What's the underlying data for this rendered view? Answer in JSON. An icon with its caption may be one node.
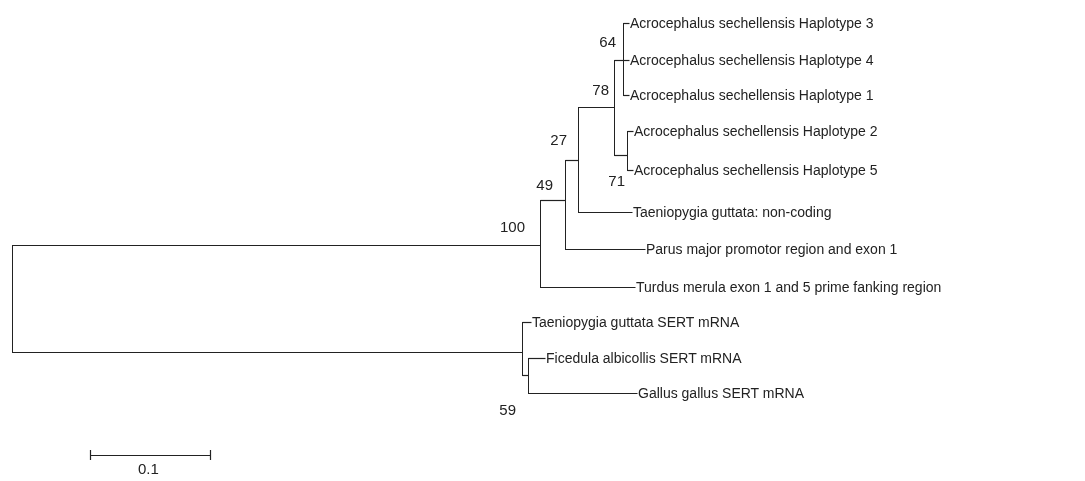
{
  "diagram": {
    "nodes": [
      {
        "text": [],
        "shape": "bar"
      },
      {
        "text": [],
        "shape": "bar",
        "beside": [
          "100"
        ]
      },
      {
        "text": [],
        "shape": "bar",
        "beside": [
          "49"
        ]
      },
      {
        "text": [],
        "shape": "bar",
        "beside": [
          "27"
        ]
      },
      {
        "text": [],
        "shape": "bar",
        "beside": [
          "78"
        ]
      },
      {
        "text": [],
        "shape": "bar",
        "beside": [
          "64"
        ]
      },
      {
        "text": [
          "Acrocephalus sechellensis Haplotype 3"
        ]
      },
      {
        "text": [
          "Acrocephalus sechellensis Haplotype 4"
        ]
      },
      {
        "text": [
          "Acrocephalus sechellensis Haplotype 1"
        ]
      },
      {
        "text": [],
        "shape": "bar",
        "beside": [
          "71"
        ]
      },
      {
        "text": [
          "Acrocephalus sechellensis Haplotype 2"
        ]
      },
      {
        "text": [
          "Acrocephalus sechellensis Haplotype 5"
        ]
      },
      {
        "text": [
          "Taeniopygia guttata: non-coding"
        ]
      },
      {
        "text": [
          "Parus major promotor region and exon 1"
        ]
      },
      {
        "text": [
          "Turdus merula exon 1 and 5 prime fanking region"
        ]
      },
      {
        "text": [],
        "shape": "bar"
      },
      {
        "text": [
          "Taeniopygia guttata SERT mRNA"
        ]
      },
      {
        "text": [],
        "shape": "bar",
        "beside": [
          "59"
        ]
      },
      {
        "text": [
          "Ficedula albicollis SERT mRNA"
        ]
      },
      {
        "text": [
          "Gallus gallus SERT mRNA"
        ]
      }
    ],
    "edges": [
      {
        "from": 0,
        "to": 1,
        "arrow": "none"
      },
      {
        "from": 0,
        "to": 15,
        "arrow": "none"
      },
      {
        "from": 1,
        "to": 2,
        "arrow": "none"
      },
      {
        "from": 1,
        "to": 14,
        "arrow": "none"
      },
      {
        "from": 2,
        "to": 3,
        "arrow": "none"
      },
      {
        "from": 2,
        "to": 13,
        "arrow": "none"
      },
      {
        "from": 3,
        "to": 4,
        "arrow": "none"
      },
      {
        "from": 3,
        "to": 12,
        "arrow": "none"
      },
      {
        "from": 4,
        "to": 5,
        "arrow": "none"
      },
      {
        "from": 4,
        "to": 9,
        "arrow": "none"
      },
      {
        "from": 5,
        "to": 6,
        "arrow": "none"
      },
      {
        "from": 5,
        "to": 7,
        "arrow": "none"
      },
      {
        "from": 5,
        "to": 8,
        "arrow": "none"
      },
      {
        "from": 9,
        "to": 10,
        "arrow": "none"
      },
      {
        "from": 9,
        "to": 11,
        "arrow": "none"
      },
      {
        "from": 15,
        "to": 16,
        "arrow": "none"
      },
      {
        "from": 15,
        "to": 17,
        "arrow": "none"
      },
      {
        "from": 17,
        "to": 18,
        "arrow": "none"
      },
      {
        "from": 17,
        "to": 19,
        "arrow": "none"
      }
    ],
    "labels": [
      "0.1"
    ]
  }
}
